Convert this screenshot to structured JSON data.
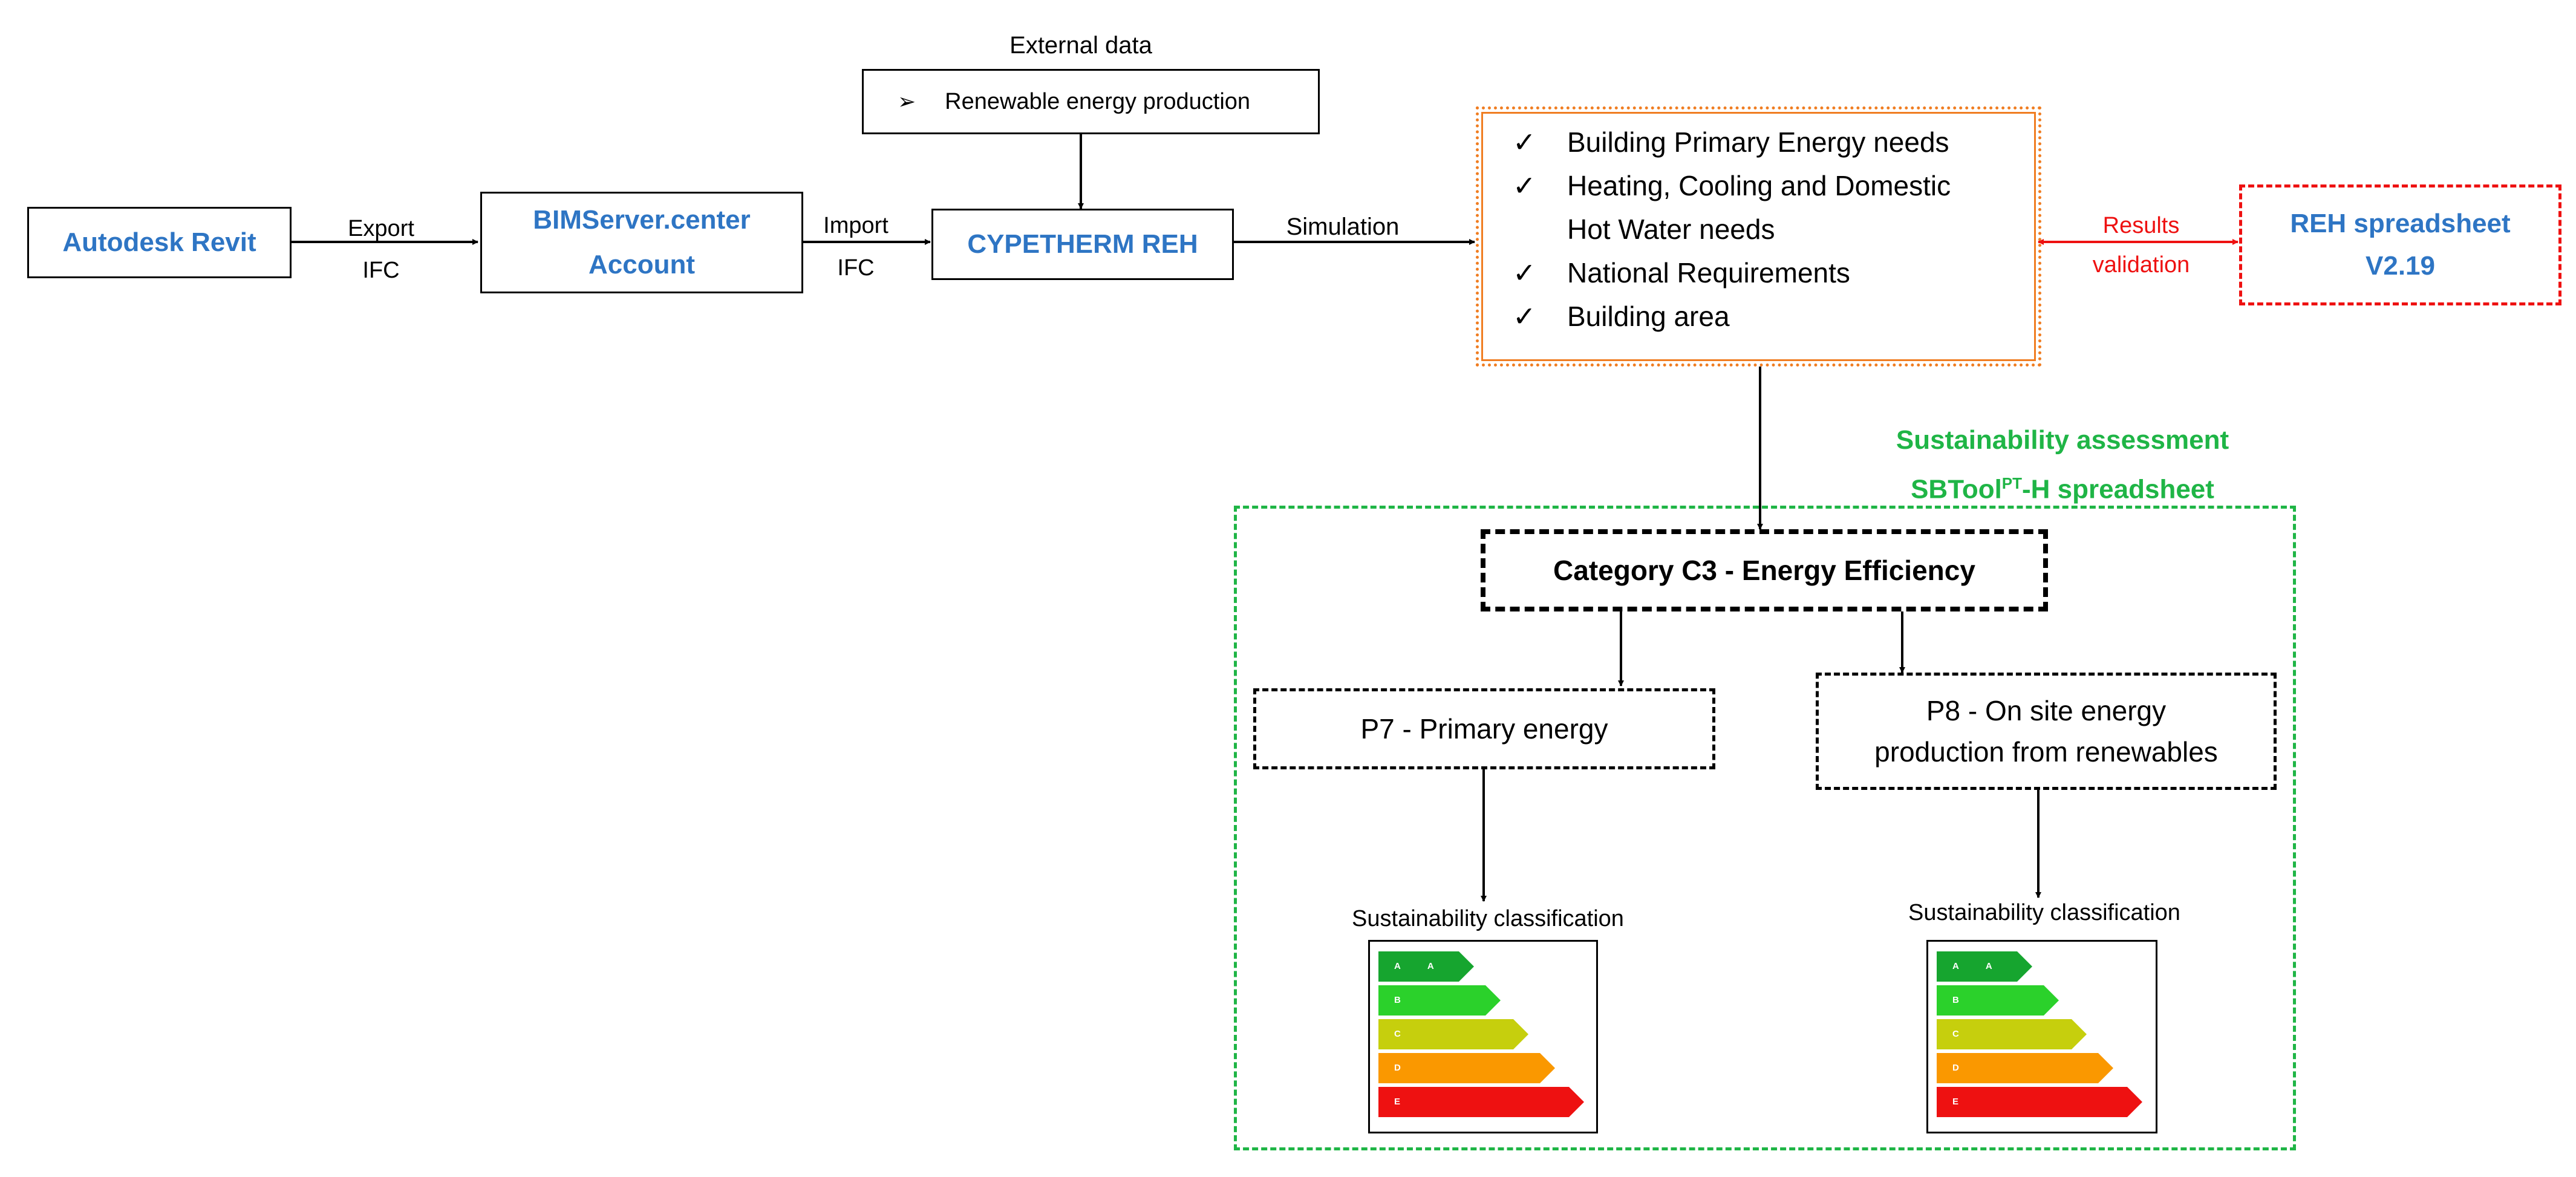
{
  "nodes": {
    "revit": "Autodesk Revit",
    "bimserver_line1": "BIMServer.center",
    "bimserver_line2": "Account",
    "cypetherm": "CYPETHERM REH",
    "external_title": "External data",
    "external_bullet": "➢",
    "external_item": "Renewable energy production",
    "reh_line1": "REH spreadsheet",
    "reh_line2": "V2.19",
    "category": "Category C3 - Energy Efficiency",
    "p7": "P7 - Primary energy",
    "p8_line1": "P8 - On site energy",
    "p8_line2": "production from renewables"
  },
  "outputs": {
    "checkmark": "✓",
    "items": [
      {
        "line1": "Building Primary Energy needs",
        "line2": ""
      },
      {
        "line1": "Heating, Cooling and Domestic",
        "line2": "Hot Water needs"
      },
      {
        "line1": "National Requirements",
        "line2": ""
      },
      {
        "line1": "Building area",
        "line2": ""
      }
    ]
  },
  "edges": {
    "export": "Export",
    "export_ifc": "IFC",
    "import": "Import",
    "import_ifc": "IFC",
    "simulation": "Simulation",
    "results": "Results",
    "validation": "validation"
  },
  "assessment": {
    "title": "Sustainability assessment",
    "subtitle_pre": "SBTool",
    "subtitle_sup": "PT",
    "subtitle_post": "-H spreadsheet"
  },
  "classification": {
    "label": "Sustainability classification",
    "bands": [
      {
        "letters": [
          "A",
          "A"
        ],
        "color": "#16a52f"
      },
      {
        "letters": [
          "B"
        ],
        "color": "#2bd12b"
      },
      {
        "letters": [
          "C"
        ],
        "color": "#c6cf0d"
      },
      {
        "letters": [
          "D"
        ],
        "color": "#fa9800"
      },
      {
        "letters": [
          "E"
        ],
        "color": "#ee1111"
      }
    ]
  },
  "colors": {
    "accent_blue": "#2e75c4",
    "green": "#1fb546",
    "red": "#ee1111",
    "orange": "#f07d21"
  }
}
